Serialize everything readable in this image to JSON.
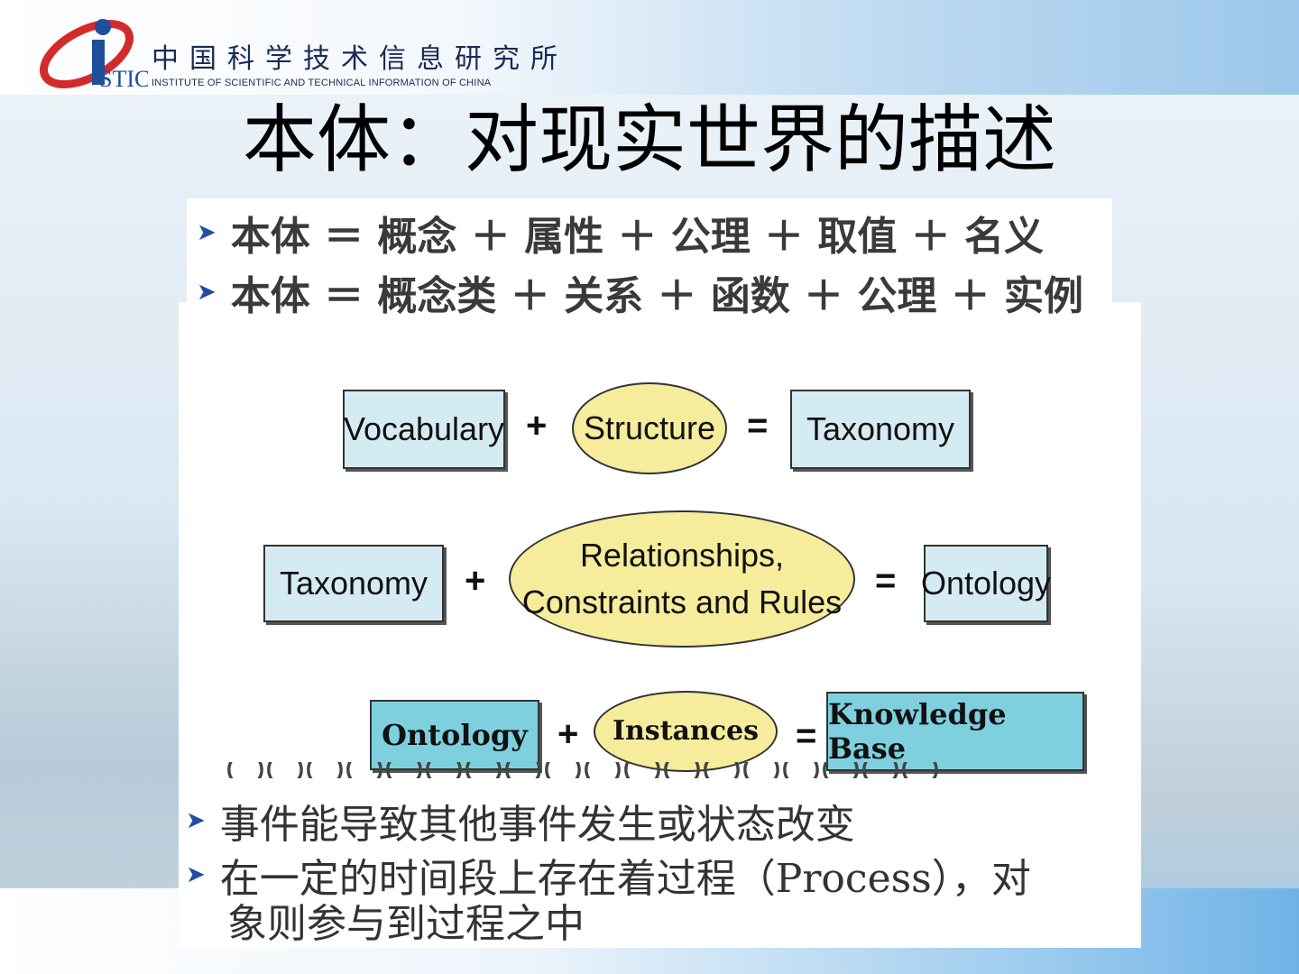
{
  "header": {
    "org_name_cn": "中国科学技术信息研究所",
    "org_name_en": "INSTITUTE OF SCIENTIFIC AND TECHNICAL INFORMATION OF CHINA",
    "logo_text": "STIC"
  },
  "title": "本体：对现实世界的描述",
  "bullets_top": [
    "本体 ＝ 概念 ＋ 属性 ＋ 公理 ＋ 取值 ＋ 名义",
    "本体 ＝ 概念类 ＋ 关系 ＋ 函数 ＋ 公理 ＋ 实例"
  ],
  "diagram": {
    "row1": {
      "a": "Vocabulary",
      "op1": "+",
      "b": "Structure",
      "op2": "=",
      "c": "Taxonomy"
    },
    "row2": {
      "a": "Taxonomy",
      "op1": "+",
      "b_line1": "Relationships,",
      "b_line2": "Constraints and Rules",
      "op2": "=",
      "c": "Ontology"
    },
    "row3": {
      "a": "Ontology",
      "op1": "+",
      "b": "Instances",
      "op2": "=",
      "c": "Knowledge Base"
    }
  },
  "bullets_bottom": [
    "事件能导致其他事件发生或状态改变",
    "在一定的时间段上存在着过程（Process），对",
    "象则参与到过程之中"
  ],
  "colors": {
    "box_fill": "#d5ebf3",
    "box_dark_fill": "#7fd0de",
    "ellipse_fill": "#f5ec9c",
    "bullet_arrow": "#1f4fa0"
  }
}
